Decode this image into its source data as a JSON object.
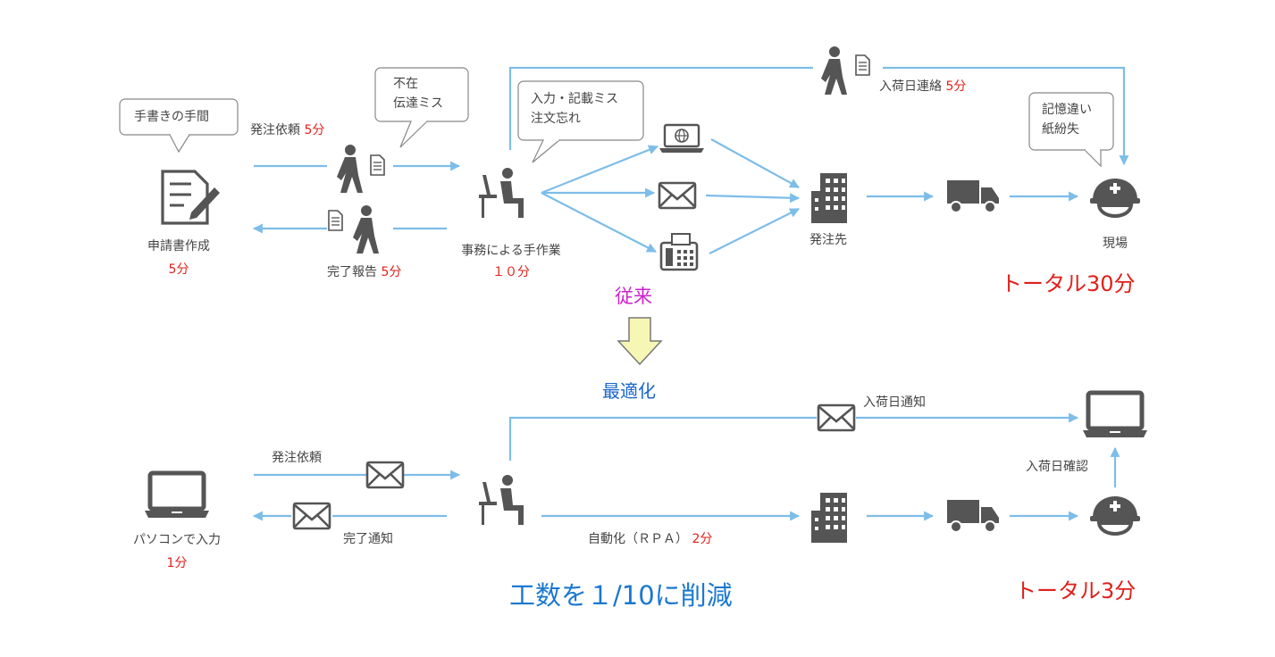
{
  "colors": {
    "arrow": "#7dbde8",
    "icon": "#555555",
    "red": "#e0201b",
    "purple": "#cc22cc",
    "blue": "#1a66cc",
    "down_arrow_fill": "#f7f7b5"
  },
  "top": {
    "bubble_handwrite": "手書きの手間",
    "bubble_absent_1": "不在",
    "bubble_absent_2": "伝達ミス",
    "bubble_input_1": "入力・記載ミス",
    "bubble_input_2": "注文忘れ",
    "bubble_memory_1": "記憶違い",
    "bubble_memory_2": "紙紛失",
    "order_request": "発注依頼",
    "order_request_time": "5分",
    "completion_report": "完了報告",
    "completion_report_time": "5分",
    "application_form": "申請書作成",
    "application_form_time": "5分",
    "office_work": "事務による手作業",
    "office_work_time": "１０分",
    "supplier": "発注先",
    "site": "現場",
    "arrival_contact": "入荷日連絡",
    "arrival_contact_time": "5分",
    "total": "トータル30分",
    "caption": "従来"
  },
  "middle": {
    "optimize": "最適化"
  },
  "bottom": {
    "order_request": "発注依頼",
    "completion_notice": "完了通知",
    "pc_input": "パソコンで入力",
    "pc_input_time": "1分",
    "automation": "自動化（ＲＰＡ）",
    "automation_time": "2分",
    "arrival_notice": "入荷日通知",
    "arrival_confirm": "入荷日確認",
    "total": "トータル3分",
    "reduction": "工数を１/10に削減"
  }
}
